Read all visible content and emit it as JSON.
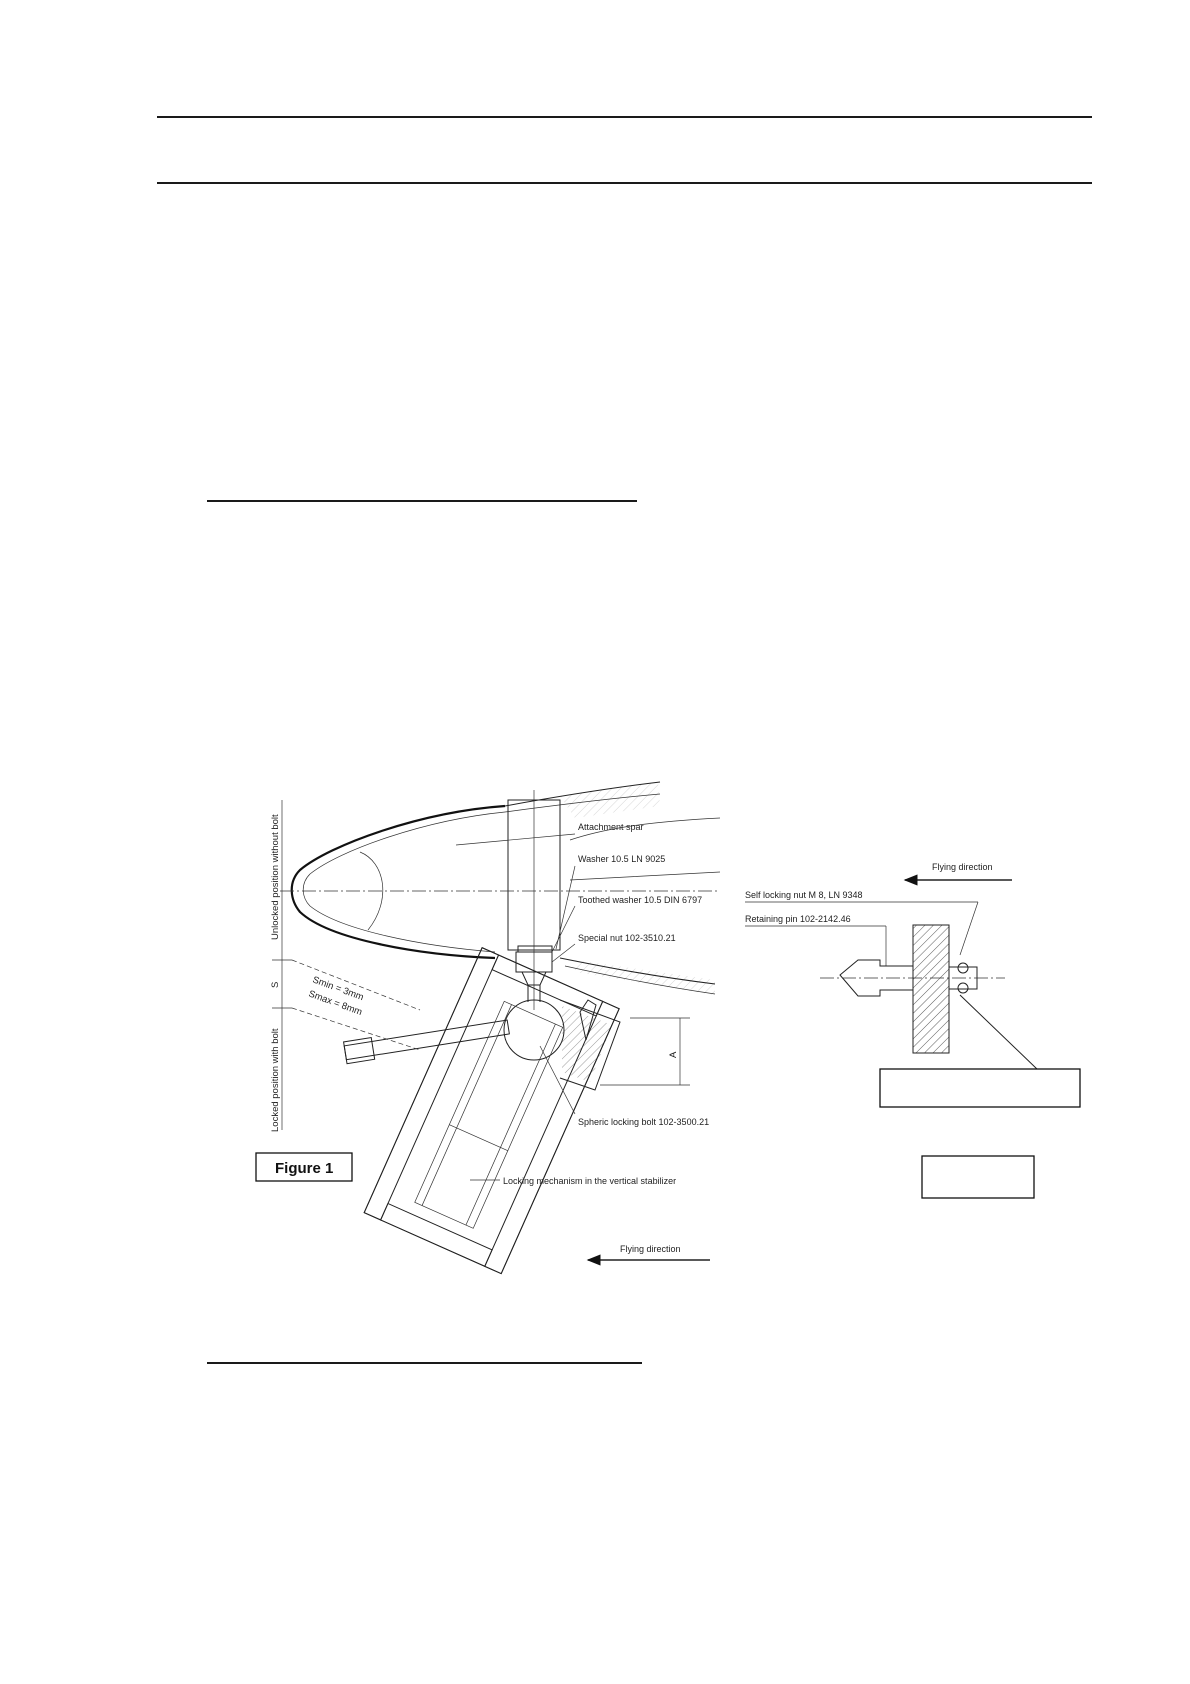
{
  "figure": {
    "caption": "Figure 1",
    "labels": {
      "attachment_spar": "Attachment spar",
      "washer": "Washer 10.5 LN 9025",
      "toothed_washer": "Toothed washer 10.5 DIN 6797",
      "special_nut": "Special nut 102-3510.21",
      "spheric_bolt": "Spheric locking bolt 102-3500.21",
      "locking_mechanism": "Locking mechanism in the vertical stabilizer",
      "flying_direction_bottom": "Flying direction",
      "unlocked_position": "Unlocked position without bolt",
      "locked_position": "Locked position with bolt",
      "s_dimension": "S",
      "a_dimension": "A",
      "smin": "Smin = 3mm",
      "smax": "Smax = 8mm"
    }
  },
  "detail": {
    "flying_direction": "Flying direction",
    "self_locking_nut": "Self locking nut M 8, LN 9348",
    "retaining_pin": "Retaining pin 102-2142.46",
    "callout_box_text": "",
    "small_box_text": ""
  },
  "colors": {
    "ink": "#1a1a1a",
    "paper": "#ffffff"
  },
  "icons": {
    "arrow": "arrow-left-icon"
  }
}
